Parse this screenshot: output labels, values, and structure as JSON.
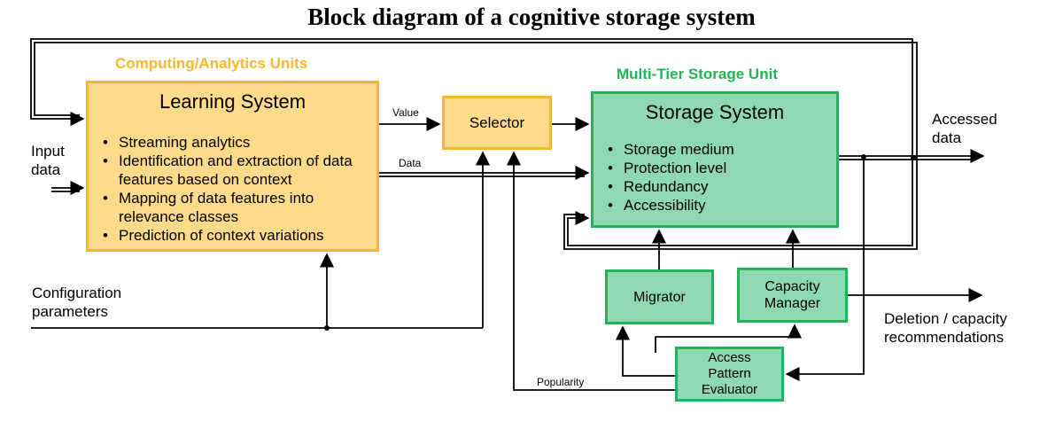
{
  "title": "Block diagram of a cognitive storage system",
  "groups": {
    "computing": "Computing/Analytics Units",
    "storage": "Multi-Tier Storage Unit"
  },
  "learning_system": {
    "title": "Learning System",
    "bullets": [
      "Streaming analytics",
      "Identification and extraction of data features based on context",
      "Mapping of data features into relevance classes",
      "Prediction of context variations"
    ]
  },
  "selector": "Selector",
  "storage_system": {
    "title": "Storage System",
    "bullets": [
      "Storage medium",
      "Protection level",
      "Redundancy",
      "Accessibility"
    ]
  },
  "migrator": "Migrator",
  "capacity_manager": [
    "Capacity",
    "Manager"
  ],
  "access_pattern_evaluator": [
    "Access",
    "Pattern",
    "Evaluator"
  ],
  "labels": {
    "input_data": [
      "Input",
      "data"
    ],
    "configuration": [
      "Configuration",
      "parameters"
    ],
    "accessed_data": [
      "Accessed",
      "data"
    ],
    "deletion": [
      "Deletion / capacity",
      "recommendations"
    ],
    "value": "Value",
    "data": "Data",
    "popularity": "Popularity"
  },
  "colors": {
    "orange_fill": "#fddb8a",
    "orange_border": "#f5b731",
    "orange_text": "#f5b82e",
    "green_fill": "#8ed9b1",
    "green_border": "#22b25a",
    "green_text": "#1fb553"
  }
}
